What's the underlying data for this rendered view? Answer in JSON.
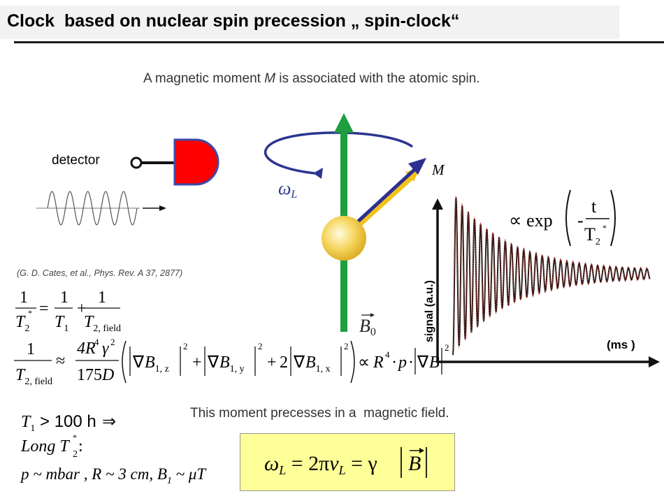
{
  "slide": {
    "title": "Clock  based on nuclear spin precession „ spin-clock“",
    "moment_text_prefix": "A magnetic moment ",
    "moment_symbol": "M",
    "moment_text_suffix": " is associated with the atomic spin.",
    "detector_label": "detector",
    "reference": "(G. D. Cates, et al., Phys. Rev. A 37, 2877)",
    "precession_text": "This moment precesses in a  magnetic field."
  },
  "diagram": {
    "omega_label": "ω",
    "omega_sub": "L",
    "m_label": "M",
    "b_label": "B",
    "b_sub": "0"
  },
  "plot": {
    "ylabel": "signal (a.u.)",
    "xunit": "(ms )",
    "fit_prefix": "∝ exp",
    "fit_minus": "-",
    "fit_t": "t",
    "fit_T": "T",
    "fit_sub": "2",
    "fit_star": "*"
  },
  "equations": {
    "one": "1",
    "T": "T",
    "sub2": "2",
    "sub1": "1",
    "star": "*",
    "sub2field": "2, field",
    "eq": "=",
    "plus": "+",
    "approx": "≈",
    "coef_num": "4R",
    "four": "4",
    "gamma": "γ",
    "sq": "2",
    "coef_den": "175",
    "D": "D",
    "nabla": "∇",
    "B": "B",
    "sub_1z": "1, z",
    "sub_1y": "1, y",
    "sub_1x": "1, x",
    "two": "2",
    "propto": "∝",
    "R": "R",
    "p": "p",
    "dot": "·",
    "t1_cond_T": "T",
    "t1_cond_sub": "1",
    "t1_cond_rest": " > 100 h",
    "implies": "⇒",
    "long_text": "Long T",
    "long_colon": " :",
    "params": "p ~ mbar , R ~ 3 cm, B",
    "params_sub": "1",
    "params_end": " ~ μT"
  },
  "larmor": {
    "omega": "ω",
    "sub_L": "L",
    "eq1": " = 2π",
    "nu": "ν",
    "eq2": " = γ",
    "B": "B"
  },
  "colors": {
    "title_bg": "#f2f2f2",
    "detector_red": "#ff0000",
    "detector_outline": "#3b4aa8",
    "field_arrow": "#1e9e3e",
    "moment_arrow": "#2b2f8f",
    "spin_arrow": "#f2c21a",
    "orbit": "#2b3590",
    "ball": "#f5d45a",
    "box_fill": "#ffff99",
    "signal_trace": "#111111",
    "fit_curve": "#c0392b"
  }
}
